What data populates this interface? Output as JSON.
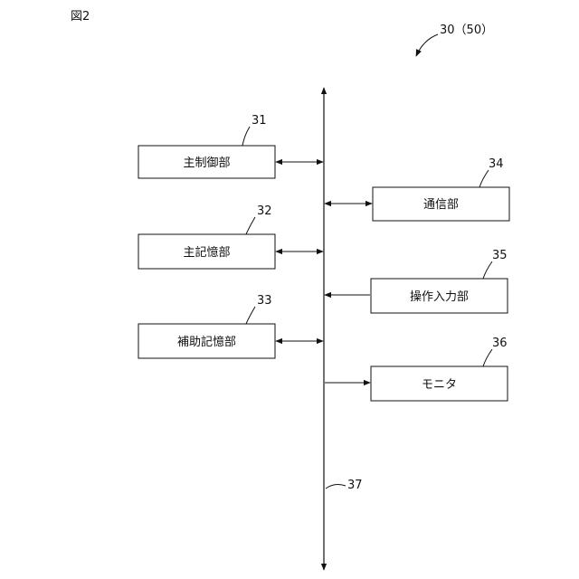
{
  "figure": {
    "label": "図2",
    "reference": "30（50）"
  },
  "bus": {
    "ref": "37"
  },
  "blocks": [
    {
      "ref": "31",
      "label": "主制御部"
    },
    {
      "ref": "32",
      "label": "主記憶部"
    },
    {
      "ref": "33",
      "label": "補助記憶部"
    },
    {
      "ref": "34",
      "label": "通信部"
    },
    {
      "ref": "35",
      "label": "操作入力部"
    },
    {
      "ref": "36",
      "label": "モニタ"
    }
  ]
}
